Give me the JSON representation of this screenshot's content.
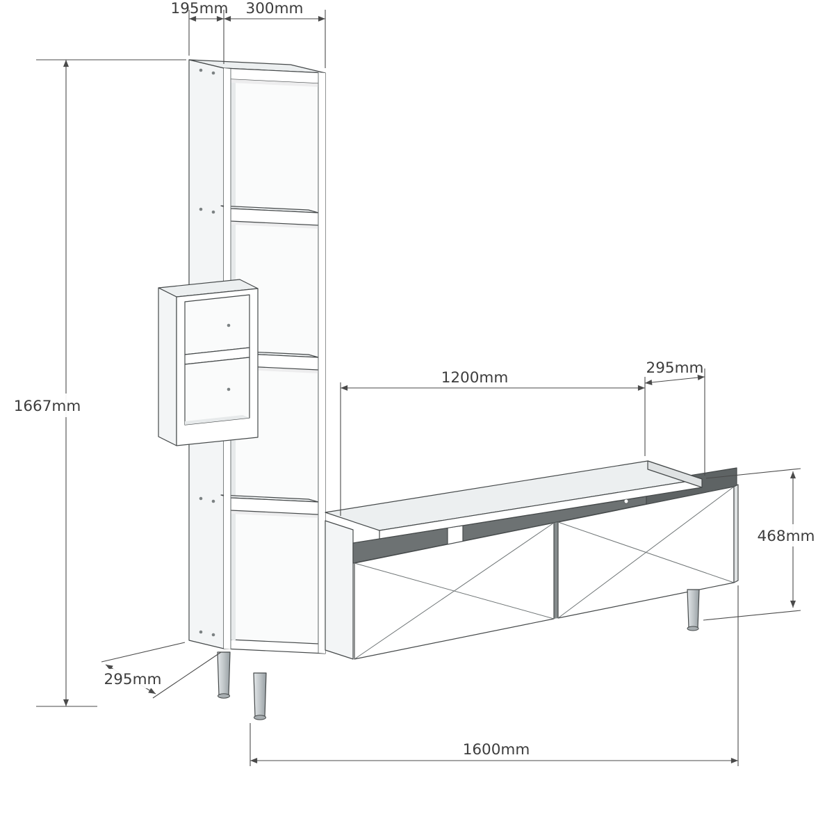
{
  "dims": {
    "top_depth": {
      "label": "195mm"
    },
    "top_width": {
      "label": "300mm"
    },
    "total_height": {
      "label": "1667mm"
    },
    "shelf_length": {
      "label": "1200mm"
    },
    "shelf_depth": {
      "label": "295mm"
    },
    "cabinet_height": {
      "label": "468mm"
    },
    "base_depth": {
      "label": "295mm"
    },
    "total_width": {
      "label": "1600mm"
    }
  },
  "colors": {
    "line": "#45494a",
    "dimension": "#4a4a4a",
    "text": "#3d3d3d",
    "interior_dark": "#6d7273",
    "interior_darker": "#5e6364",
    "leg": "#c7ccd0"
  }
}
